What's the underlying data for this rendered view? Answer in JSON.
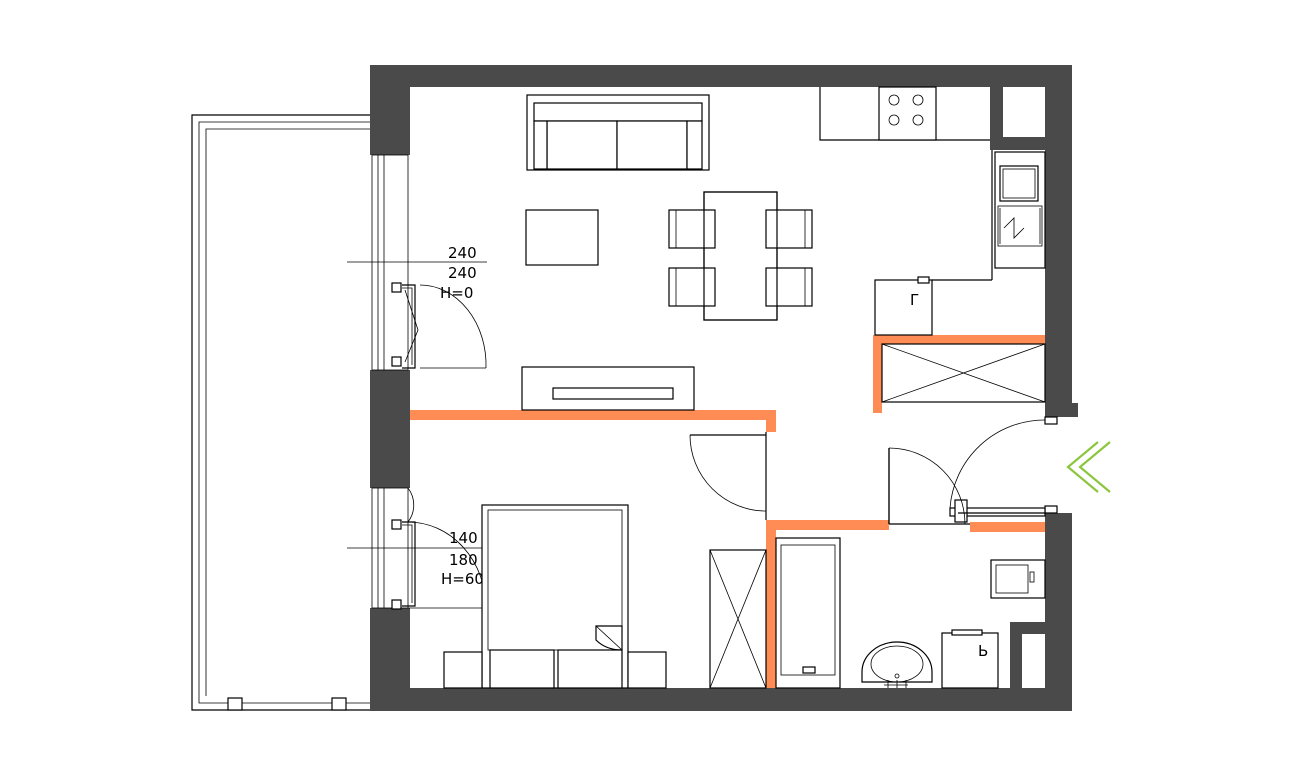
{
  "windows": {
    "upper": {
      "width": "240",
      "height": "240",
      "sill": "H=0"
    },
    "lower": {
      "width": "140",
      "height": "180",
      "sill": "H=60"
    }
  },
  "symbols": {
    "fridge_mark": "Г",
    "washer_mark": "Ь"
  },
  "colors": {
    "wall": "#4a4a4a",
    "new_wall": "#ff8c55",
    "entry_arrow": "#8cc63f"
  }
}
